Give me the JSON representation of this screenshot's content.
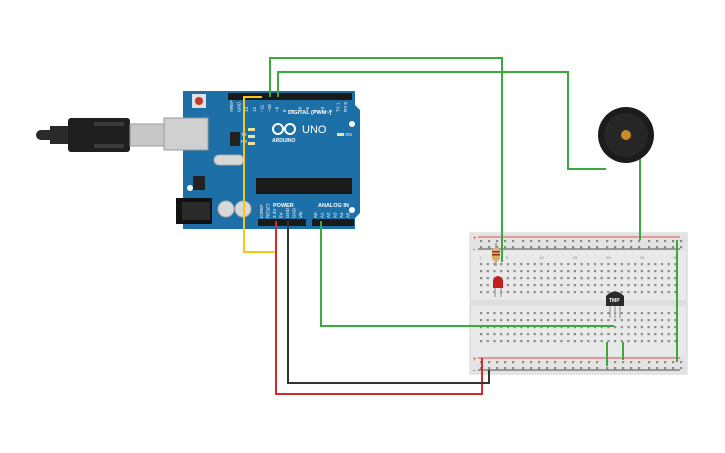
{
  "board": {
    "logo_text": "UNO",
    "brand_text": "ARDUINO",
    "digital_label": "DIGITAL (PWM~)",
    "analog_label": "ANALOG IN",
    "power_label": "POWER",
    "tx_label": "TX",
    "rx_label": "RX",
    "l_label": "L",
    "on_label": "ON",
    "digital_pins": [
      "AREF",
      "GND",
      "13",
      "12",
      "~11",
      "~10",
      "~9",
      "8",
      "7",
      "~6",
      "~5",
      "4",
      "~3",
      "2",
      "TX 1",
      "RX 0"
    ],
    "power_pins": [
      "IOREF",
      "RESET",
      "3.3V",
      "5V",
      "GND",
      "GND",
      "Vin"
    ],
    "analog_pins": [
      "A0",
      "A1",
      "A2",
      "A3",
      "A4",
      "A5"
    ]
  },
  "sensor": {
    "label": "TMP"
  },
  "breadboard": {
    "plus_sign": "+",
    "minus_sign": "-",
    "row_letters_top": [
      "j",
      "i",
      "h",
      "g",
      "f"
    ],
    "row_letters_bottom": [
      "e",
      "d",
      "c",
      "b",
      "a"
    ],
    "column_numbers": [
      "1",
      "5",
      "10",
      "15",
      "20",
      "25",
      "30"
    ]
  },
  "colors": {
    "board": "#1d6fa8",
    "wire_green": "#3aab3a",
    "wire_yellow": "#f2c81a",
    "wire_red": "#d42a2a",
    "wire_black": "#333333",
    "led": "#c0201c",
    "buzzer": "#1b1b1b"
  }
}
